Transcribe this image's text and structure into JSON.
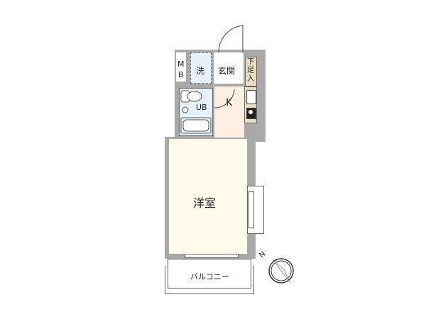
{
  "floorplan": {
    "rooms": {
      "western_room": "洋室",
      "kitchen": "K",
      "unit_bath": "UB",
      "entrance": "玄関",
      "washer": "洗",
      "shoe_box": "下足入",
      "meter_box_m": "M",
      "meter_box_b": "B",
      "balcony": "バルコニー"
    },
    "compass_label": "N",
    "colors": {
      "wall": "#a9a9a9",
      "room_floor": "#fdfbea",
      "kitchen_floor": "#fdf0e3",
      "bath_floor": "#e6f2fa",
      "shoe_box": "#e8dcc2",
      "outline": "#555555"
    }
  }
}
